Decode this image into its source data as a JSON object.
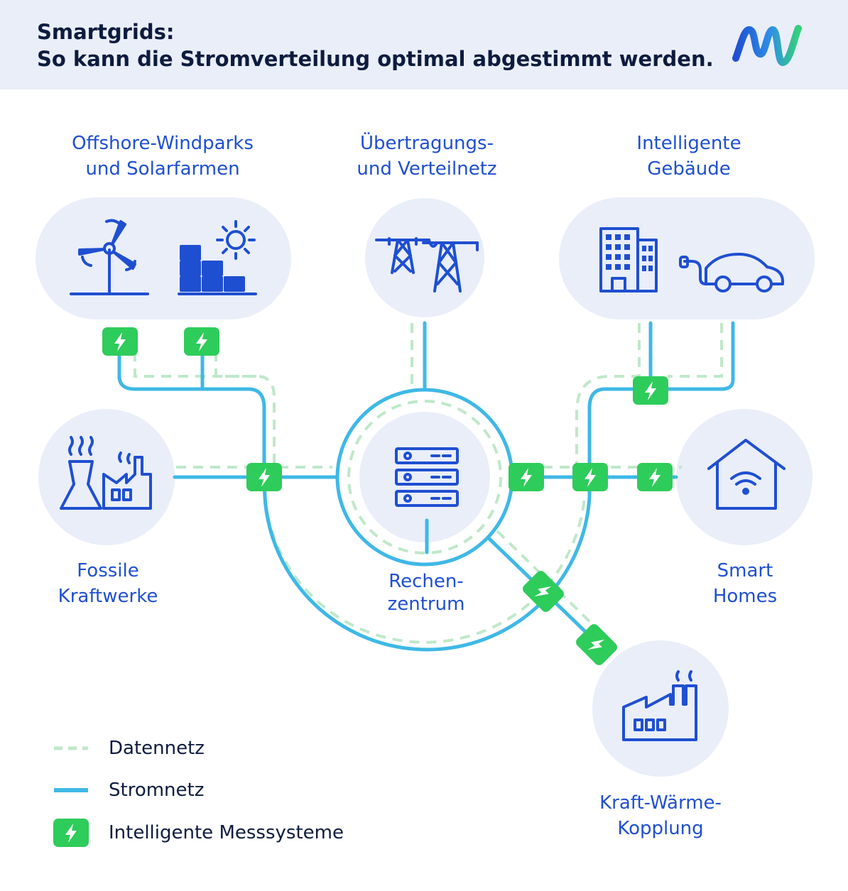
{
  "header": {
    "title_line1": "Smartgrids:",
    "title_line2": "So kann die Stromverteilung optimal abgestimmt werden."
  },
  "nodes": {
    "offshore": {
      "line1": "Offshore-Windparks",
      "line2": "und Solarfarmen"
    },
    "grid": {
      "line1": "Übertragungs-",
      "line2": "und Verteilnetz"
    },
    "buildings": {
      "line1": "Intelligente",
      "line2": "Gebäude"
    },
    "fossil": {
      "line1": "Fossile",
      "line2": "Kraftwerke"
    },
    "datacenter": {
      "line1": "Rechen-",
      "line2": "zentrum"
    },
    "smart_homes": {
      "line1": "Smart",
      "line2": "Homes"
    },
    "chp": {
      "line1": "Kraft-Wärme-",
      "line2": "Kopplung"
    }
  },
  "legend": {
    "data_net": "Datennetz",
    "power_net": "Stromnetz",
    "meters": "Intelligente Messsysteme"
  },
  "colors": {
    "brand_blue": "#1f4fd1",
    "title_navy": "#0d1b3e",
    "power_line": "#3fb8e6",
    "data_line": "#bfe8c9",
    "meter_green": "#2ecc5a",
    "node_fill": "#e9eef9",
    "header_bg": "#e9eef9"
  },
  "icons": [
    "wind-turbine-icon",
    "solar-panel-icon",
    "sun-icon",
    "power-pylon-icon",
    "office-building-icon",
    "electric-car-icon",
    "fossil-power-plant-icon",
    "server-icon",
    "smart-home-wifi-icon",
    "factory-icon",
    "lightning-bolt-icon"
  ]
}
